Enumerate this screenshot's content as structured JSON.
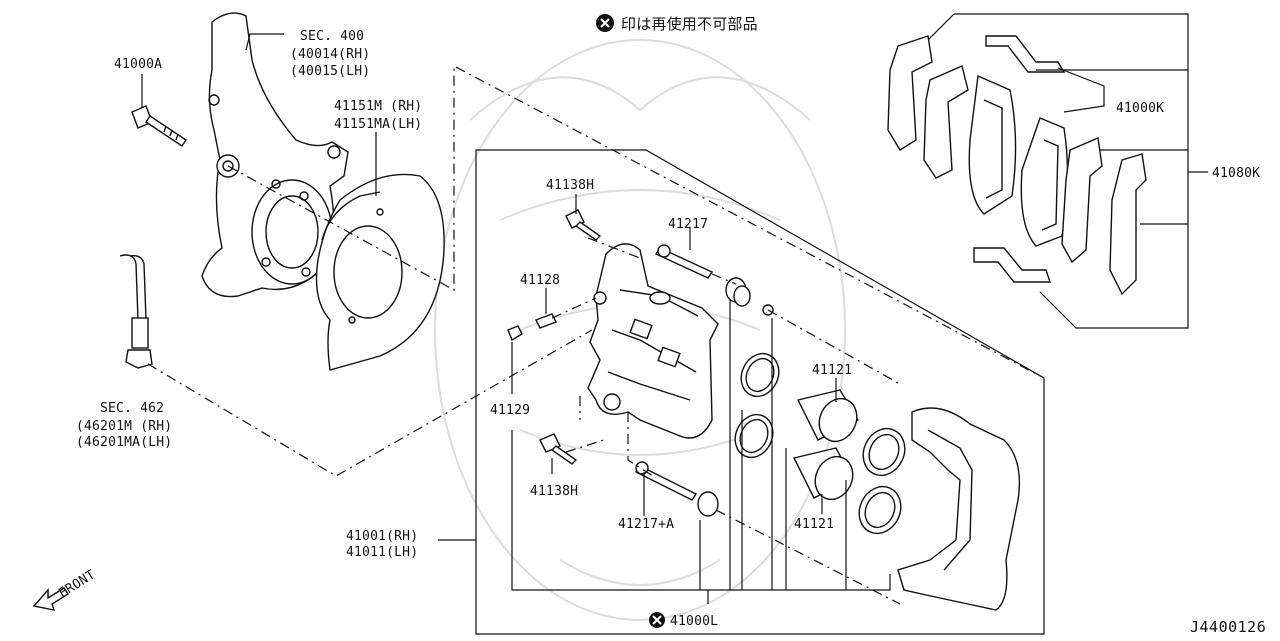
{
  "notice": {
    "icon": "prohibited-x-icon",
    "text": "印は再使用不可部品"
  },
  "labels": {
    "p41000a": "41000A",
    "sec400_title": "SEC. 400",
    "sec400_rh": "(40014(RH)",
    "sec400_lh": "(40015(LH)",
    "p41151m": "41151M (RH)",
    "p41151ma": "41151MA(LH)",
    "p41138h_top": "41138H",
    "p41217": "41217",
    "p41128": "41128",
    "p41129": "41129",
    "p41138h_bot": "41138H",
    "p41217a": "41217+A",
    "p41121_top": "41121",
    "p41121_bot": "41121",
    "sec462_title": "SEC. 462",
    "sec462_rh": "(46201M (RH)",
    "sec462_lh": "(46201MA(LH)",
    "p41001": "41001(RH)",
    "p41011": "41011(LH)",
    "p41000l": "41000L",
    "p41000k": "41000K",
    "p41080k": "41080K",
    "front": "FRONT",
    "figure_ref": "J4400126"
  },
  "colors": {
    "line": "#111111",
    "watermark": "#dddddd",
    "background": "#ffffff"
  }
}
